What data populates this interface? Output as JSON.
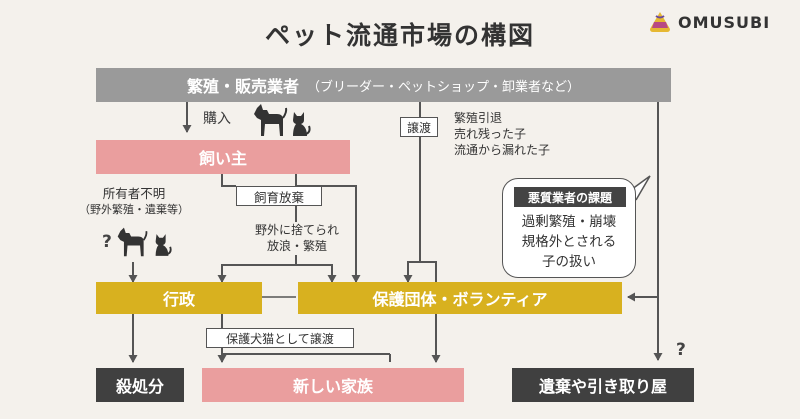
{
  "title": "ペット流通市場の構図",
  "logo": {
    "text": "OMUSUBI",
    "icon": "rice-ball-logo-icon"
  },
  "top_bar": {
    "main": "繁殖・販売業者",
    "sub": "（ブリーダー・ペットショップ・卸業者など）"
  },
  "purchase_label": "購入",
  "owner_box": "飼い主",
  "abandon_label": "飼育放棄",
  "abandon_text": [
    "野外に捨てられ",
    "放浪・繁殖"
  ],
  "unknown_owner": {
    "line1": "所有者不明",
    "line2": "（野外繁殖・遺棄等）"
  },
  "transfer_label": "譲渡",
  "transfer_text": [
    "繁殖引退",
    "売れ残った子",
    "流通から漏れた子"
  ],
  "bubble": {
    "title": "悪質業者の課題",
    "lines": [
      "過剰繁殖・崩壊",
      "規格外とされる",
      "子の扱い"
    ]
  },
  "admin_box": "行政",
  "org_box": "保護団体・ボランティア",
  "adopt_label": "保護犬猫として譲渡",
  "bottom": {
    "kill": "殺処分",
    "family": "新しい家族",
    "dump": "遺棄や引き取り屋"
  },
  "question_mark": "?",
  "colors": {
    "gray": "#9a9a9a",
    "pink": "#ea9e9e",
    "yellow": "#d8b11f",
    "dark": "#404040",
    "line": "#555555",
    "background": "#f4f1ec"
  },
  "icons": [
    "dog-icon",
    "cat-icon"
  ]
}
